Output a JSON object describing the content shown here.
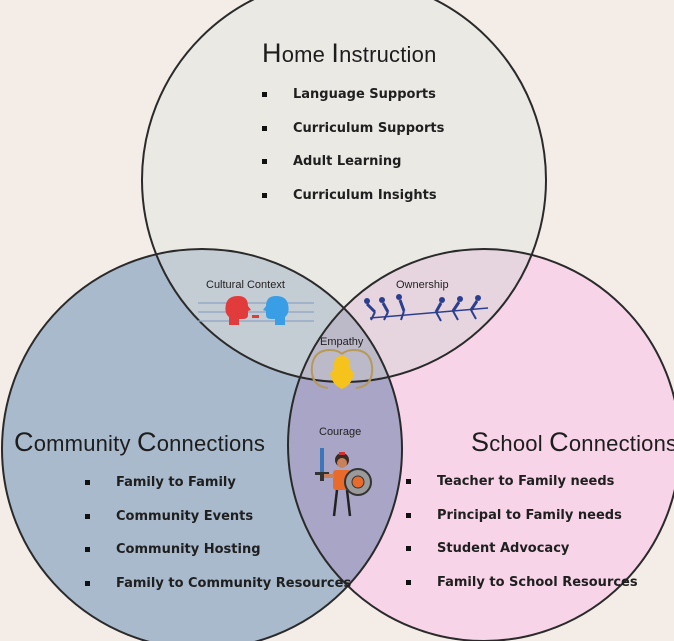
{
  "home": {
    "title_initial": "H",
    "title_rest": "ome ",
    "title_initial2": "I",
    "title_rest2": "nstruction",
    "items": [
      "Language Supports",
      "Curriculum Supports",
      "Adult Learning",
      "Curriculum Insights"
    ]
  },
  "community": {
    "title_initial": "C",
    "title_rest": "ommunity ",
    "title_initial2": "C",
    "title_rest2": "onnections",
    "items": [
      "Family to Family",
      "Community Events",
      "Community Hosting",
      "Family to Community Resources"
    ]
  },
  "school": {
    "title_initial": "S",
    "title_rest": "chool ",
    "title_initial2": "C",
    "title_rest2": "onnections",
    "items": [
      "Teacher to Family needs",
      "Principal to Family needs",
      "Student Advocacy",
      "Family to School Resources"
    ]
  },
  "overlaps": {
    "home_community": "Cultural Context",
    "home_school": "Ownership",
    "center": "Empathy",
    "community_school": "Courage"
  },
  "colors": {
    "background": "#f4ede7",
    "home_fill": "#ebe9e4",
    "community_fill": "#a9bacd",
    "school_fill": "#f7d4e8",
    "outline": "#2a2a2a"
  },
  "icons": {
    "cultural_context": "two-heads-talking-icon",
    "ownership": "tug-of-war-icon",
    "empathy": "heads-with-heart-icon",
    "courage": "knight-with-shield-icon"
  }
}
